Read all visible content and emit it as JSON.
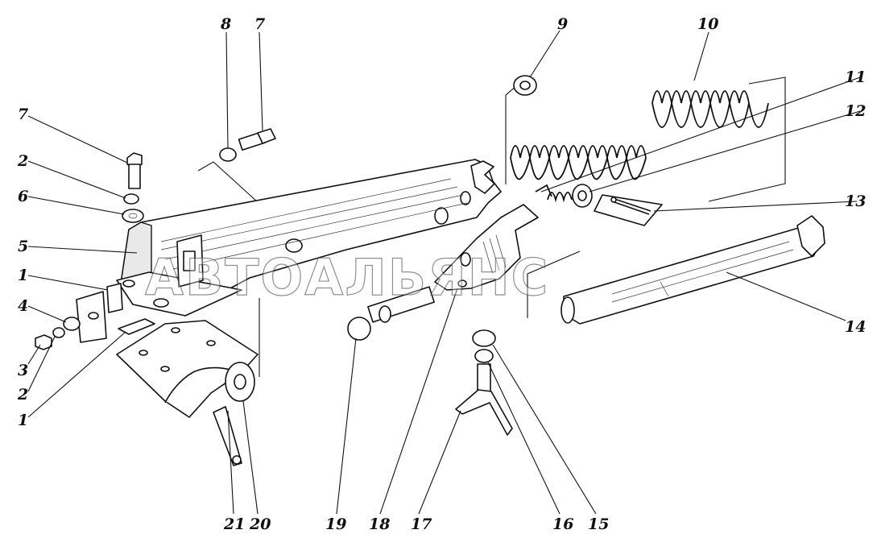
{
  "watermark": "АВТОАЛЬЯНС",
  "callouts": {
    "c8": "8",
    "c7_top": "7",
    "c9": "9",
    "c10": "10",
    "c11": "11",
    "c12": "12",
    "c7_left": "7",
    "c2_upper": "2",
    "c6": "6",
    "c5": "5",
    "c13": "13",
    "c1_upper": "1",
    "c4": "4",
    "c3": "3",
    "c2_lower": "2",
    "c1_lower": "1",
    "c14": "14",
    "c21": "21",
    "c20": "20",
    "c19": "19",
    "c18": "18",
    "c17": "17",
    "c16": "16",
    "c15": "15"
  }
}
